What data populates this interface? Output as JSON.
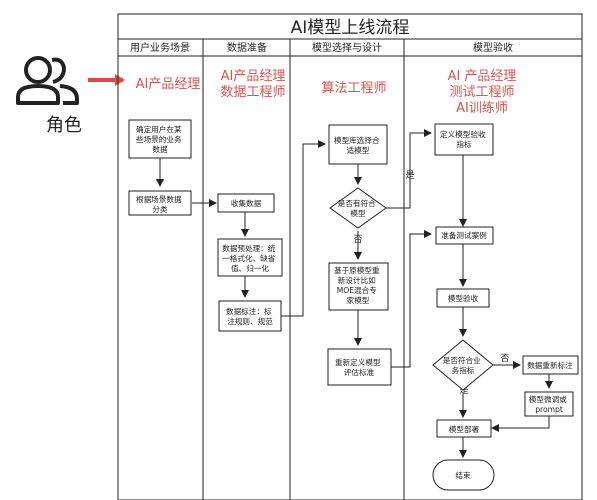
{
  "title": "AI模型上线流程",
  "role_label": "角色",
  "lanes": [
    {
      "header": "用户业务场景",
      "roles": [
        "AI产品经理"
      ]
    },
    {
      "header": "数据准备",
      "roles": [
        "AI产品经理",
        "数据工程师"
      ]
    },
    {
      "header": "模型选择与设计",
      "roles": [
        "算法工程师"
      ]
    },
    {
      "header": "模型验收",
      "roles": [
        "AI 产品经理",
        "测试工程师",
        "AI训练师"
      ]
    }
  ],
  "nodes": {
    "define_scenario": [
      "确定用户在某",
      "些场景的业务",
      "数据"
    ],
    "sort_scene_data": [
      "根据场景数据",
      "分类"
    ],
    "collect_data": [
      "收集数据"
    ],
    "preprocess": [
      "数据预处理：统",
      "一格式化、缺省",
      "值、归一化"
    ],
    "annotate": [
      "数据标注：标",
      "注规则、规范"
    ],
    "model_select": [
      "模型库选择合",
      "适模型"
    ],
    "decision_model": [
      "是否有符合",
      "模型"
    ],
    "redesign": [
      "基于原模型重",
      "新设计比如",
      "MOE混合专",
      "家模型"
    ],
    "redefine_eval": [
      "重新定义模型",
      "评估标准"
    ],
    "define_acceptance": [
      "定义模型验收",
      "指标"
    ],
    "prepare_tests": [
      "准备测试案例"
    ],
    "model_acceptance": [
      "模型验收"
    ],
    "decision_meets": [
      "是否符合业",
      "务指标"
    ],
    "relabel": [
      "数据重新标注"
    ],
    "finetune": [
      "模型微调或",
      "prompt"
    ],
    "deploy": [
      "模型部署"
    ],
    "end": [
      "结束"
    ]
  },
  "edge_labels": {
    "yes_1": "是",
    "no_1": "否",
    "no_2": "否",
    "yes_2": "是"
  },
  "colors": {
    "role_text": "#d9534f",
    "arrow_red": "#e04848",
    "line": "#222222",
    "box_border": "#222222"
  }
}
